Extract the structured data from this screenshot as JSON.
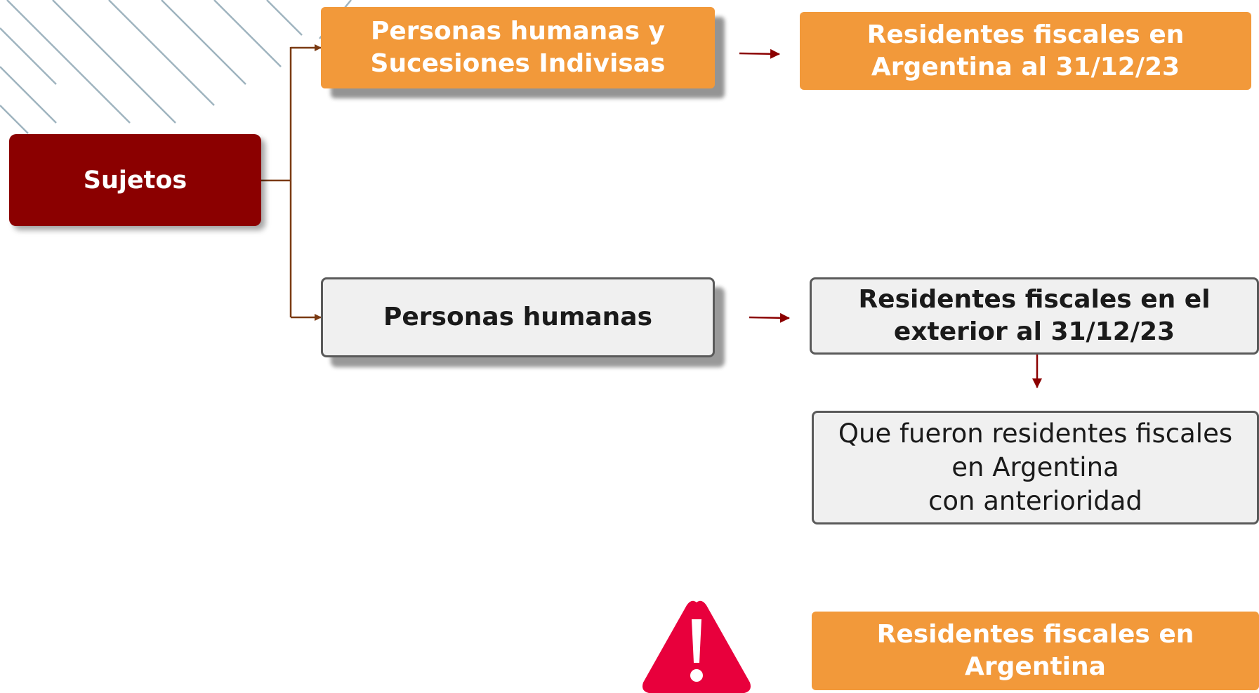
{
  "diagram": {
    "root": {
      "label": "Sujetos"
    },
    "branch_top": {
      "category": "Personas humanas y\nSucesiones Indivisas",
      "result": "Residentes fiscales en\nArgentina al 31/12/23"
    },
    "branch_bottom": {
      "category": "Personas humanas",
      "result": "Residentes fiscales en el\nexterior al 31/12/23",
      "condition": "Que fueron residentes fiscales\nen Argentina\ncon anterioridad"
    },
    "warning_note": "Residentes fiscales en\nArgentina"
  },
  "colors": {
    "root": "#8b0000",
    "orange": "#f2993a",
    "grey_box": "#f0f0f0",
    "grey_border": "#5a5a5a",
    "connector": "#7a3a12",
    "arrow": "#8b0000",
    "warning": "#e8003c",
    "stripes": "#9fb4bf"
  },
  "icons": {
    "warning": "warning-triangle-icon",
    "background": "diagonal-stripes-decoration"
  }
}
